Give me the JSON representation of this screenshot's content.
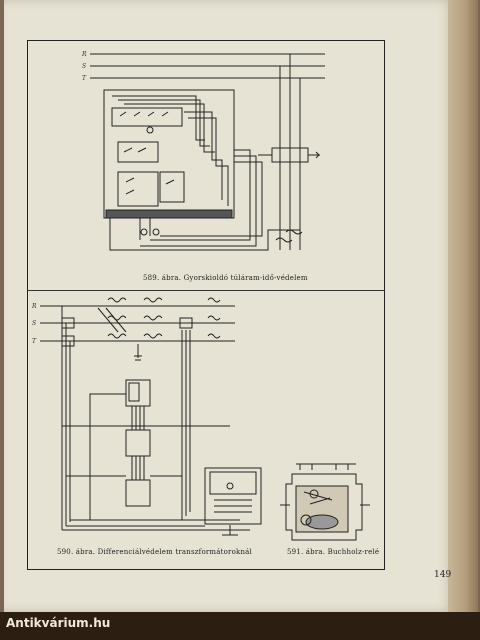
{
  "figures": {
    "fig589": {
      "caption": "589. ábra. Gyorskioldó túláram-idő-védelem",
      "bus_labels": [
        "R",
        "S",
        "T"
      ]
    },
    "fig590": {
      "caption": "590. ábra. Differenciálvédelem transzformátoroknál",
      "bus_labels": [
        "R",
        "S",
        "T"
      ]
    },
    "fig591": {
      "caption": "591. ábra. Buchholz-relé"
    }
  },
  "page_number": "149",
  "watermark": "Antikvárium.hu"
}
